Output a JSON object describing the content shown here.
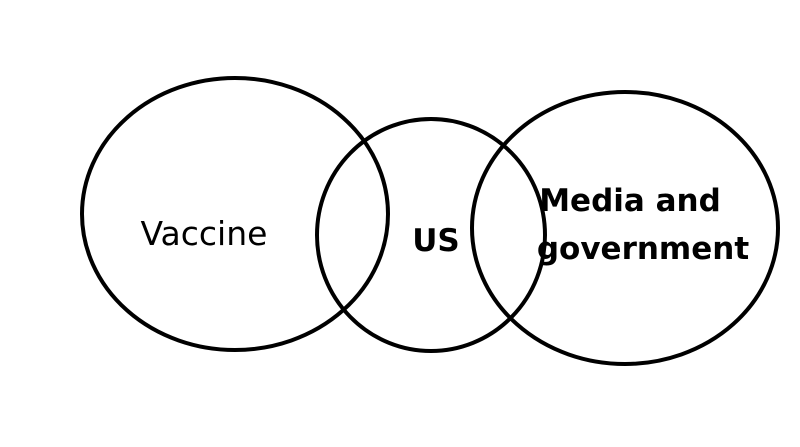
{
  "diagram": {
    "sets": [
      {
        "id": "vaccine",
        "label": "Vaccine"
      },
      {
        "id": "us",
        "label": "US"
      },
      {
        "id": "media",
        "label_lines": [
          "Media and",
          "government"
        ]
      }
    ]
  }
}
